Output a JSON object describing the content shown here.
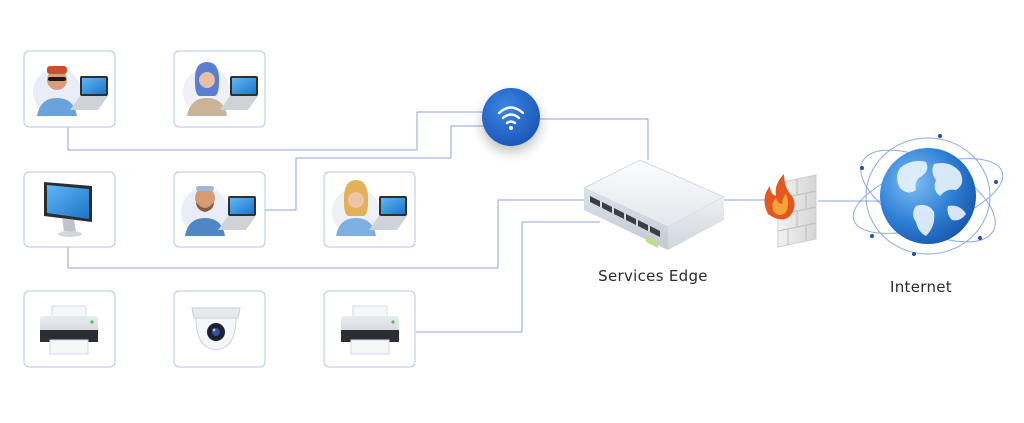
{
  "labels": {
    "services_edge": "Services Edge",
    "internet": "Internet"
  },
  "colors": {
    "connector_line": "#8FA3DD",
    "card_border": "#B7C6EC",
    "wifi_blue": "#1F63C6",
    "globe_blue": "#2A78D1",
    "firewall_flame": "#E4571E"
  },
  "devices": [
    {
      "kind": "user-laptop",
      "icon": "user-with-laptop-icon"
    },
    {
      "kind": "user-laptop",
      "icon": "user-with-laptop-icon"
    },
    {
      "kind": "desktop-monitor",
      "icon": "desktop-monitor-icon"
    },
    {
      "kind": "user-laptop",
      "icon": "user-with-laptop-icon"
    },
    {
      "kind": "user-laptop",
      "icon": "user-with-laptop-icon"
    },
    {
      "kind": "printer",
      "icon": "printer-icon"
    },
    {
      "kind": "security-camera",
      "icon": "dome-camera-icon"
    },
    {
      "kind": "printer",
      "icon": "printer-icon"
    }
  ],
  "infrastructure": {
    "wifi": "wifi-icon",
    "switch": "network-switch-icon",
    "firewall": "firewall-icon",
    "globe": "globe-icon"
  }
}
